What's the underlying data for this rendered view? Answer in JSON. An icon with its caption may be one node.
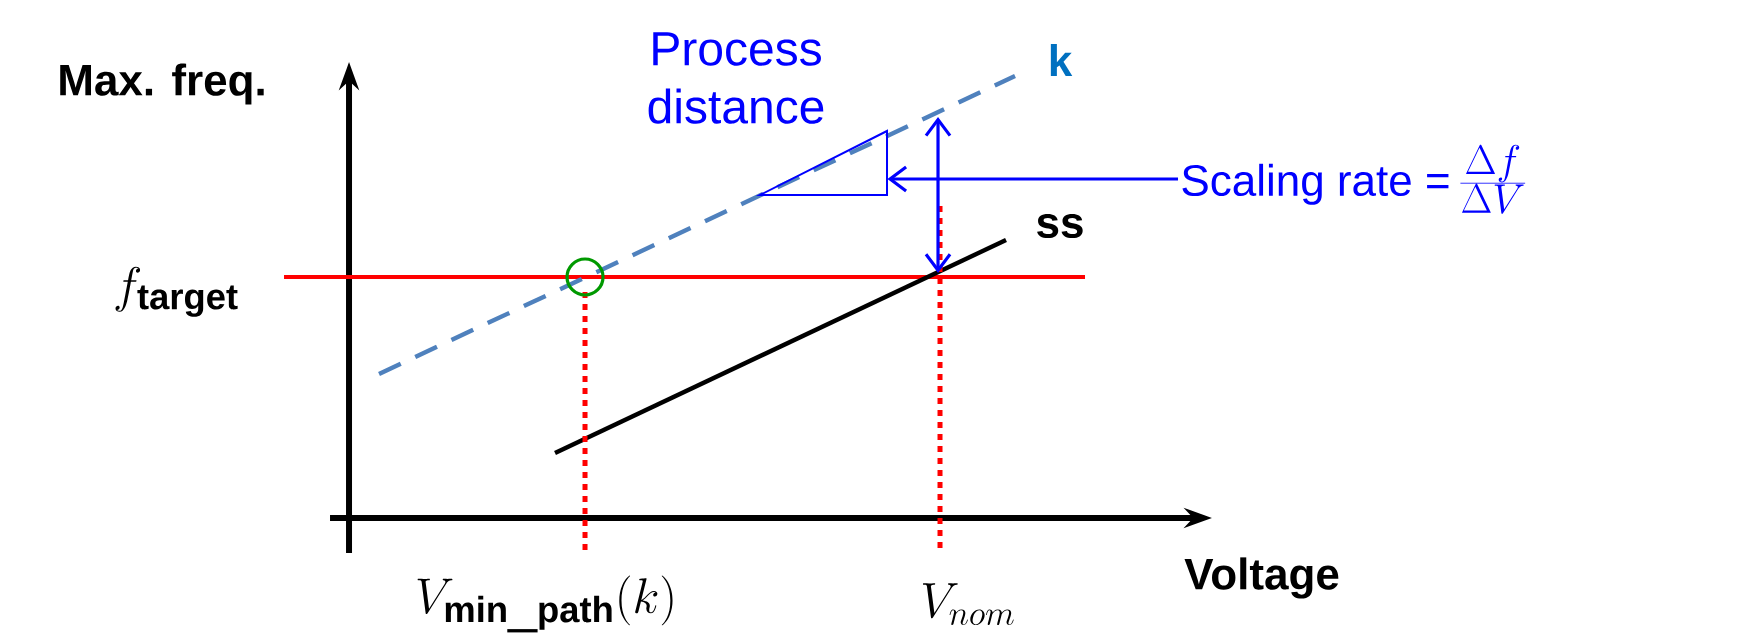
{
  "diagram": {
    "nodes": [
      {
        "text": [
          "Scaling rate =",
          "\\frac{\\Delta f}{\\Delta V}"
        ]
      },
      {
        "text": [],
        "shape": "triangle"
      }
    ],
    "edges": [
      {
        "from": 0,
        "to": 1,
        "arrow": "to",
        "color": "#0000ff"
      }
    ],
    "labels": [
      "Max. freq.",
      "Process distance",
      "k",
      "ss",
      "f_{\\mathbf{target}}",
      "V_{\\mathbf{min\\_path}}(k)",
      "V_{nom}",
      "Voltage"
    ]
  }
}
